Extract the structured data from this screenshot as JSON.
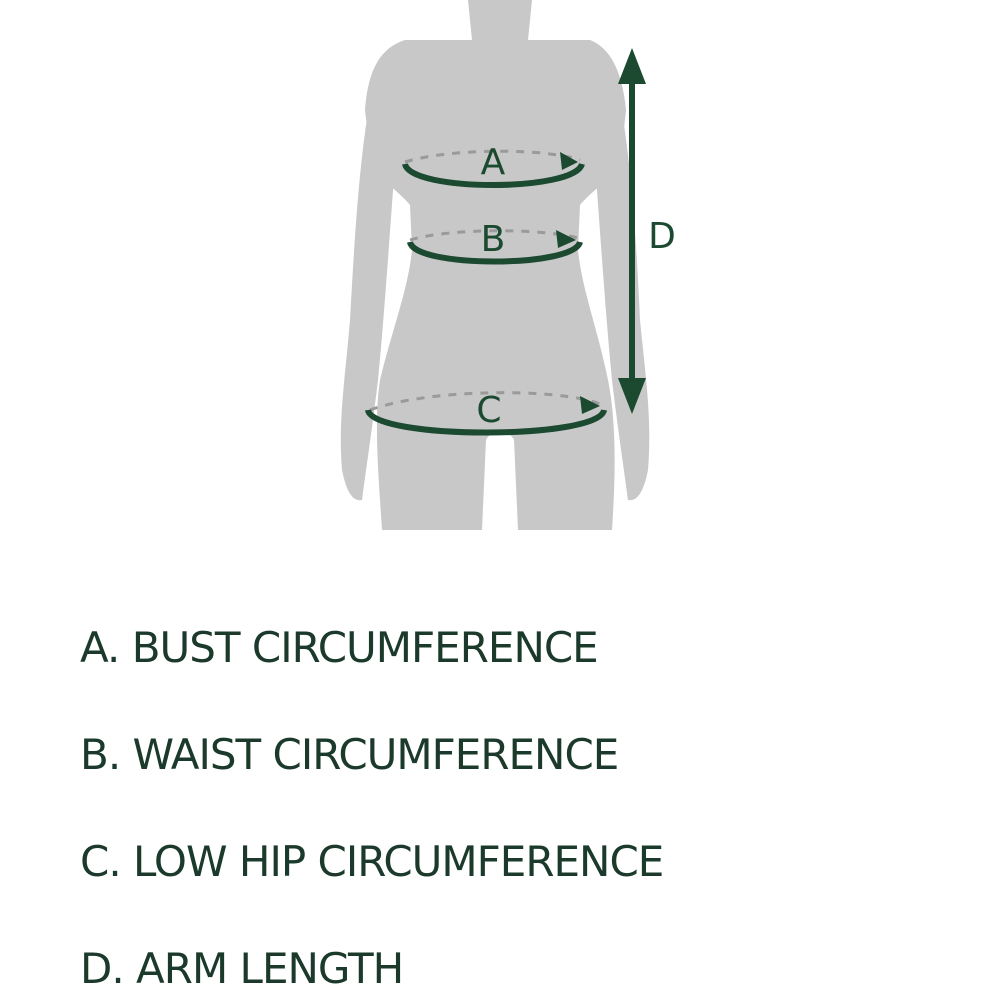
{
  "diagram": {
    "accent_color": "#1b4a31",
    "figure_color": "#c8c8c8",
    "markers": {
      "a": "A",
      "b": "B",
      "c": "C",
      "d": "D"
    }
  },
  "legend": {
    "items": [
      "A. BUST CIRCUMFERENCE",
      "B. WAIST CIRCUMFERENCE",
      "C. LOW HIP CIRCUMFERENCE",
      "D. ARM LENGTH"
    ]
  }
}
